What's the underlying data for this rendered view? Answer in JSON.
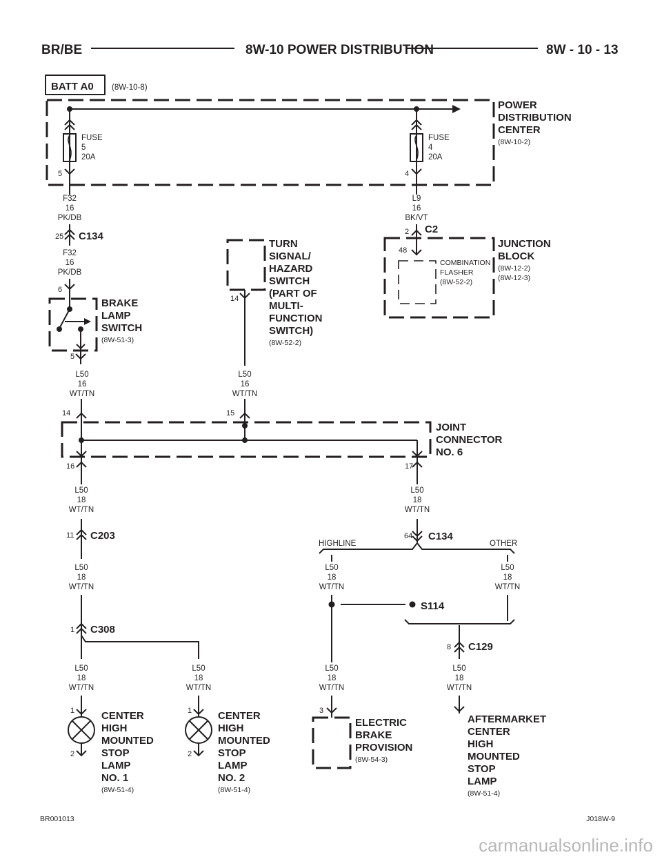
{
  "header": {
    "left": "BR/BE",
    "center": "8W-10 POWER DISTRIBUTION",
    "right": "8W - 10 - 13"
  },
  "footer": {
    "left": "BR001013",
    "right": "J018W-9",
    "watermark": "carmanualsonline.info"
  },
  "batt": {
    "label": "BATT A0",
    "ref": "(8W-10-8)"
  },
  "pdc": {
    "lines": [
      "POWER",
      "DISTRIBUTION",
      "CENTER"
    ],
    "ref": "(8W-10-2)"
  },
  "fuse5": {
    "lines": [
      "FUSE",
      "5",
      "20A"
    ],
    "pin": "5"
  },
  "fuse4": {
    "lines": [
      "FUSE",
      "4",
      "20A"
    ],
    "pin": "4"
  },
  "wire_f32a": [
    "F32",
    "16",
    "PK/DB"
  ],
  "wire_f32b": [
    "F32",
    "16",
    "PK/DB"
  ],
  "wire_l9": [
    "L9",
    "16",
    "BK/VT"
  ],
  "c134_top": {
    "pin": "25",
    "name": "C134"
  },
  "c2": {
    "pin": "2",
    "name": "C2"
  },
  "jb": {
    "lines": [
      "JUNCTION",
      "BLOCK"
    ],
    "refs": [
      "(8W-12-2)",
      "(8W-12-3)"
    ],
    "pin": "48"
  },
  "flasher": {
    "lines": [
      "COMBINATION",
      "FLASHER",
      "(8W-52-2)"
    ]
  },
  "turn": {
    "lines": [
      "TURN",
      "SIGNAL/",
      "HAZARD",
      "SWITCH",
      "(PART OF",
      "MULTI-",
      "FUNCTION",
      "SWITCH)"
    ],
    "ref": "(8W-52-2)",
    "pin": "14"
  },
  "brake": {
    "lines": [
      "BRAKE",
      "LAMP",
      "SWITCH"
    ],
    "ref": "(8W-51-3)",
    "pin_top": "6",
    "pin_bot": "5"
  },
  "wire_brake_out": [
    "L50",
    "16",
    "WT/TN"
  ],
  "wire_turn_out": [
    "L50",
    "16",
    "WT/TN"
  ],
  "jc6": {
    "lines": [
      "JOINT",
      "CONNECTOR",
      "NO. 6"
    ],
    "pins": [
      "14",
      "15",
      "16",
      "17"
    ]
  },
  "wire_jc_left": [
    "L50",
    "18",
    "WT/TN"
  ],
  "wire_jc_right": [
    "L50",
    "18",
    "WT/TN"
  ],
  "c203": {
    "pin": "11",
    "name": "C203"
  },
  "wire_c203": [
    "L50",
    "18",
    "WT/TN"
  ],
  "c134_mid": {
    "pin": "64",
    "name": "C134"
  },
  "variants": {
    "left": "HIGHLINE",
    "right": "OTHER"
  },
  "wire_highline": [
    "L50",
    "18",
    "WT/TN"
  ],
  "wire_other": [
    "L50",
    "18",
    "WT/TN"
  ],
  "s114": "S114",
  "c308": {
    "pin": "1",
    "name": "C308"
  },
  "c129": {
    "pin": "8",
    "name": "C129"
  },
  "wire_lamp1": [
    "L50",
    "18",
    "WT/TN"
  ],
  "wire_lamp2": [
    "L50",
    "18",
    "WT/TN"
  ],
  "wire_ebp": [
    "L50",
    "18",
    "WT/TN"
  ],
  "wire_aftermarket": [
    "L50",
    "18",
    "WT/TN"
  ],
  "lamp1": {
    "lines": [
      "CENTER",
      "HIGH",
      "MOUNTED",
      "STOP",
      "LAMP",
      "NO. 1"
    ],
    "ref": "(8W-51-4)",
    "pin_top": "1",
    "pin_bot": "2"
  },
  "lamp2": {
    "lines": [
      "CENTER",
      "HIGH",
      "MOUNTED",
      "STOP",
      "LAMP",
      "NO. 2"
    ],
    "ref": "(8W-51-4)",
    "pin_top": "1",
    "pin_bot": "2"
  },
  "ebp": {
    "lines": [
      "ELECTRIC",
      "BRAKE",
      "PROVISION"
    ],
    "ref": "(8W-54-3)",
    "pin": "3"
  },
  "aftermarket": {
    "lines": [
      "AFTERMARKET",
      "CENTER",
      "HIGH",
      "MOUNTED",
      "STOP",
      "LAMP"
    ],
    "ref": "(8W-51-4)"
  }
}
